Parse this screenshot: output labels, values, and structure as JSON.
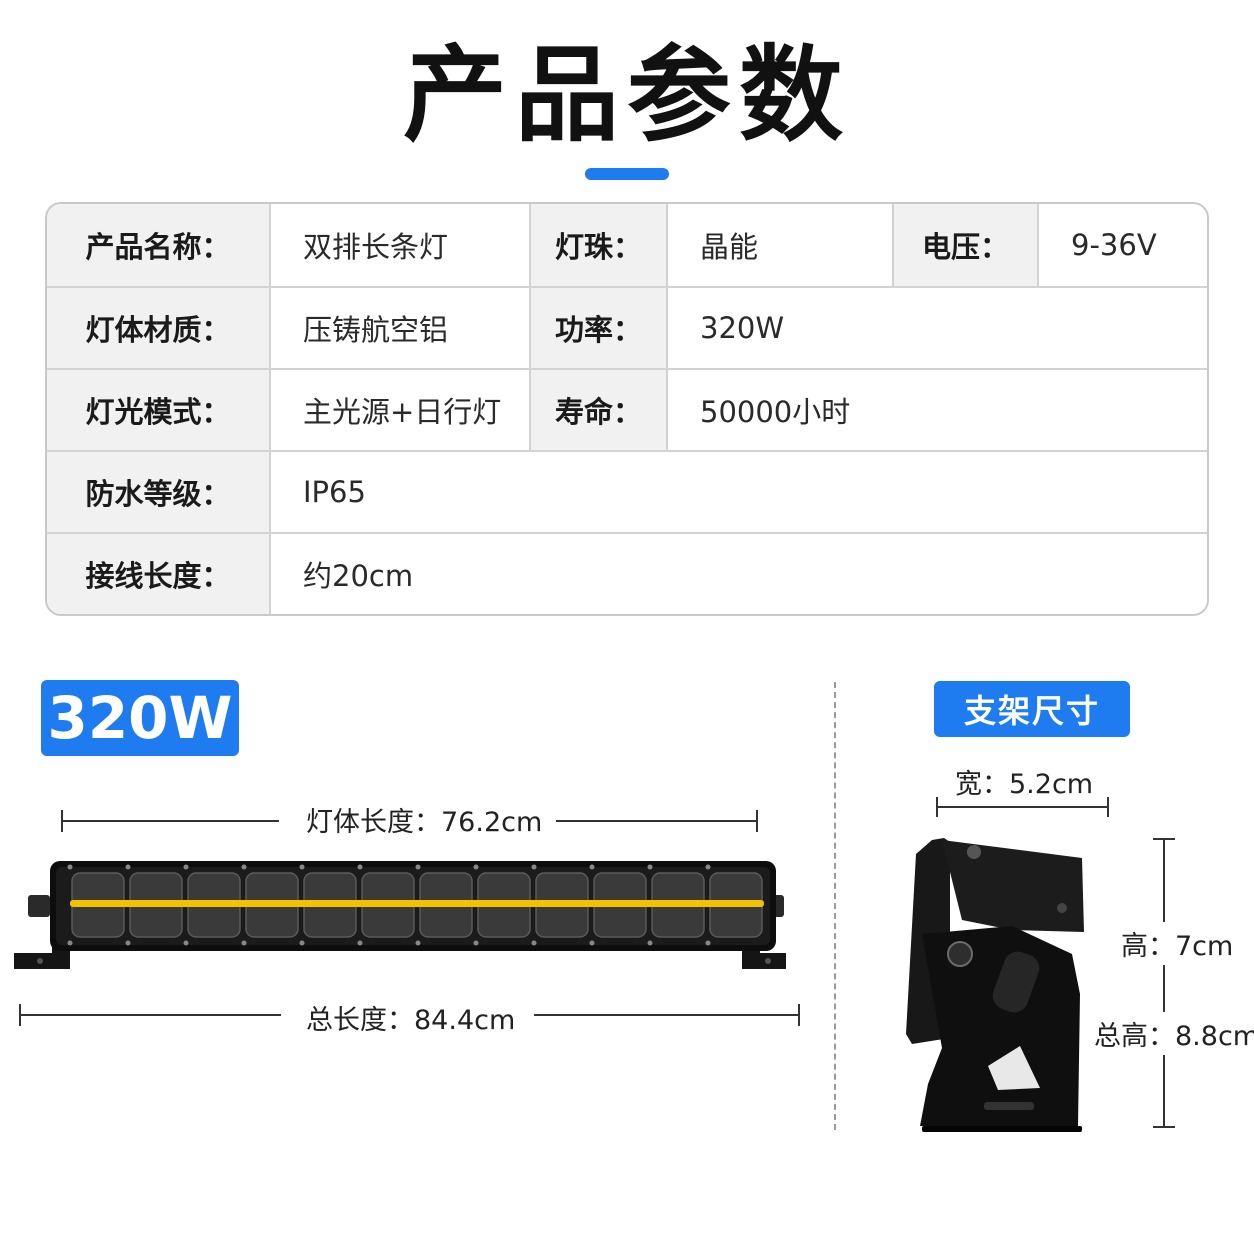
{
  "title": "产品参数",
  "specs": {
    "r1": {
      "l1": "产品名称：",
      "v1": "双排长条灯",
      "l2": "灯珠：",
      "v2": "晶能",
      "l3": "电压：",
      "v3": "9-36V"
    },
    "r2": {
      "l1": "灯体材质：",
      "v1": "压铸航空铝",
      "l2": "功率：",
      "v2": "320W"
    },
    "r3": {
      "l1": "灯光模式：",
      "v1": "主光源+日行灯",
      "l2": "寿命：",
      "v2": "50000小时"
    },
    "r4": {
      "l1": "防水等级：",
      "v1": "IP65"
    },
    "r5": {
      "l1": "接线长度：",
      "v1": "约20cm"
    }
  },
  "power_badge": "320W",
  "bar": {
    "body_length": "灯体长度：76.2cm",
    "total_length": "总长度：84.4cm"
  },
  "bracket": {
    "badge": "支架尺寸",
    "width": "宽：5.2cm",
    "height": "高：7cm",
    "total_height": "总高：8.8cm"
  },
  "colors": {
    "accent": "#1e7bf0",
    "drl": "#f2c200",
    "body": "#111111"
  },
  "icons": [
    "led-light-bar-image",
    "mounting-bracket-image"
  ]
}
